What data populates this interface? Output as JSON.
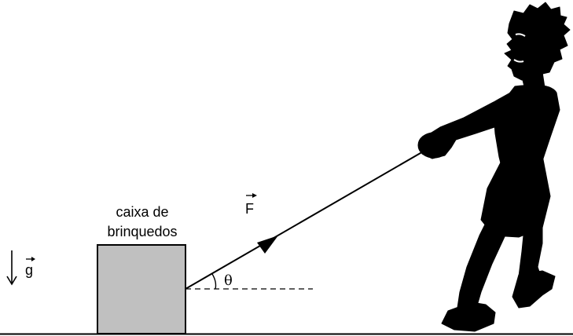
{
  "box": {
    "label_line1": "caixa de",
    "label_line2": "brinquedos",
    "fill_color": "#c0c0c0"
  },
  "force": {
    "symbol": "F"
  },
  "gravity": {
    "symbol": "g"
  },
  "angle": {
    "symbol": "θ"
  },
  "colors": {
    "ink": "#000000",
    "background": "#ffffff"
  }
}
